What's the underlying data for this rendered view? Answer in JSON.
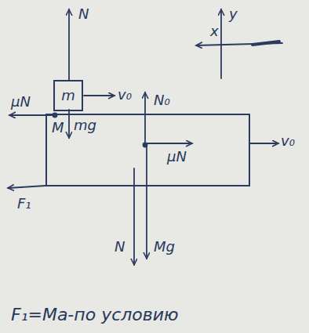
{
  "diagram": {
    "nodes": [
      {
        "text": [
          "m"
        ]
      },
      {
        "text": [
          "M"
        ]
      }
    ],
    "labels": [
      "N",
      "μN",
      "v₀",
      "mg",
      "y",
      "x",
      "N₀",
      "μN",
      "v₀",
      "F₁",
      "N",
      "Mg",
      "F₁=Ma-по условию"
    ]
  }
}
